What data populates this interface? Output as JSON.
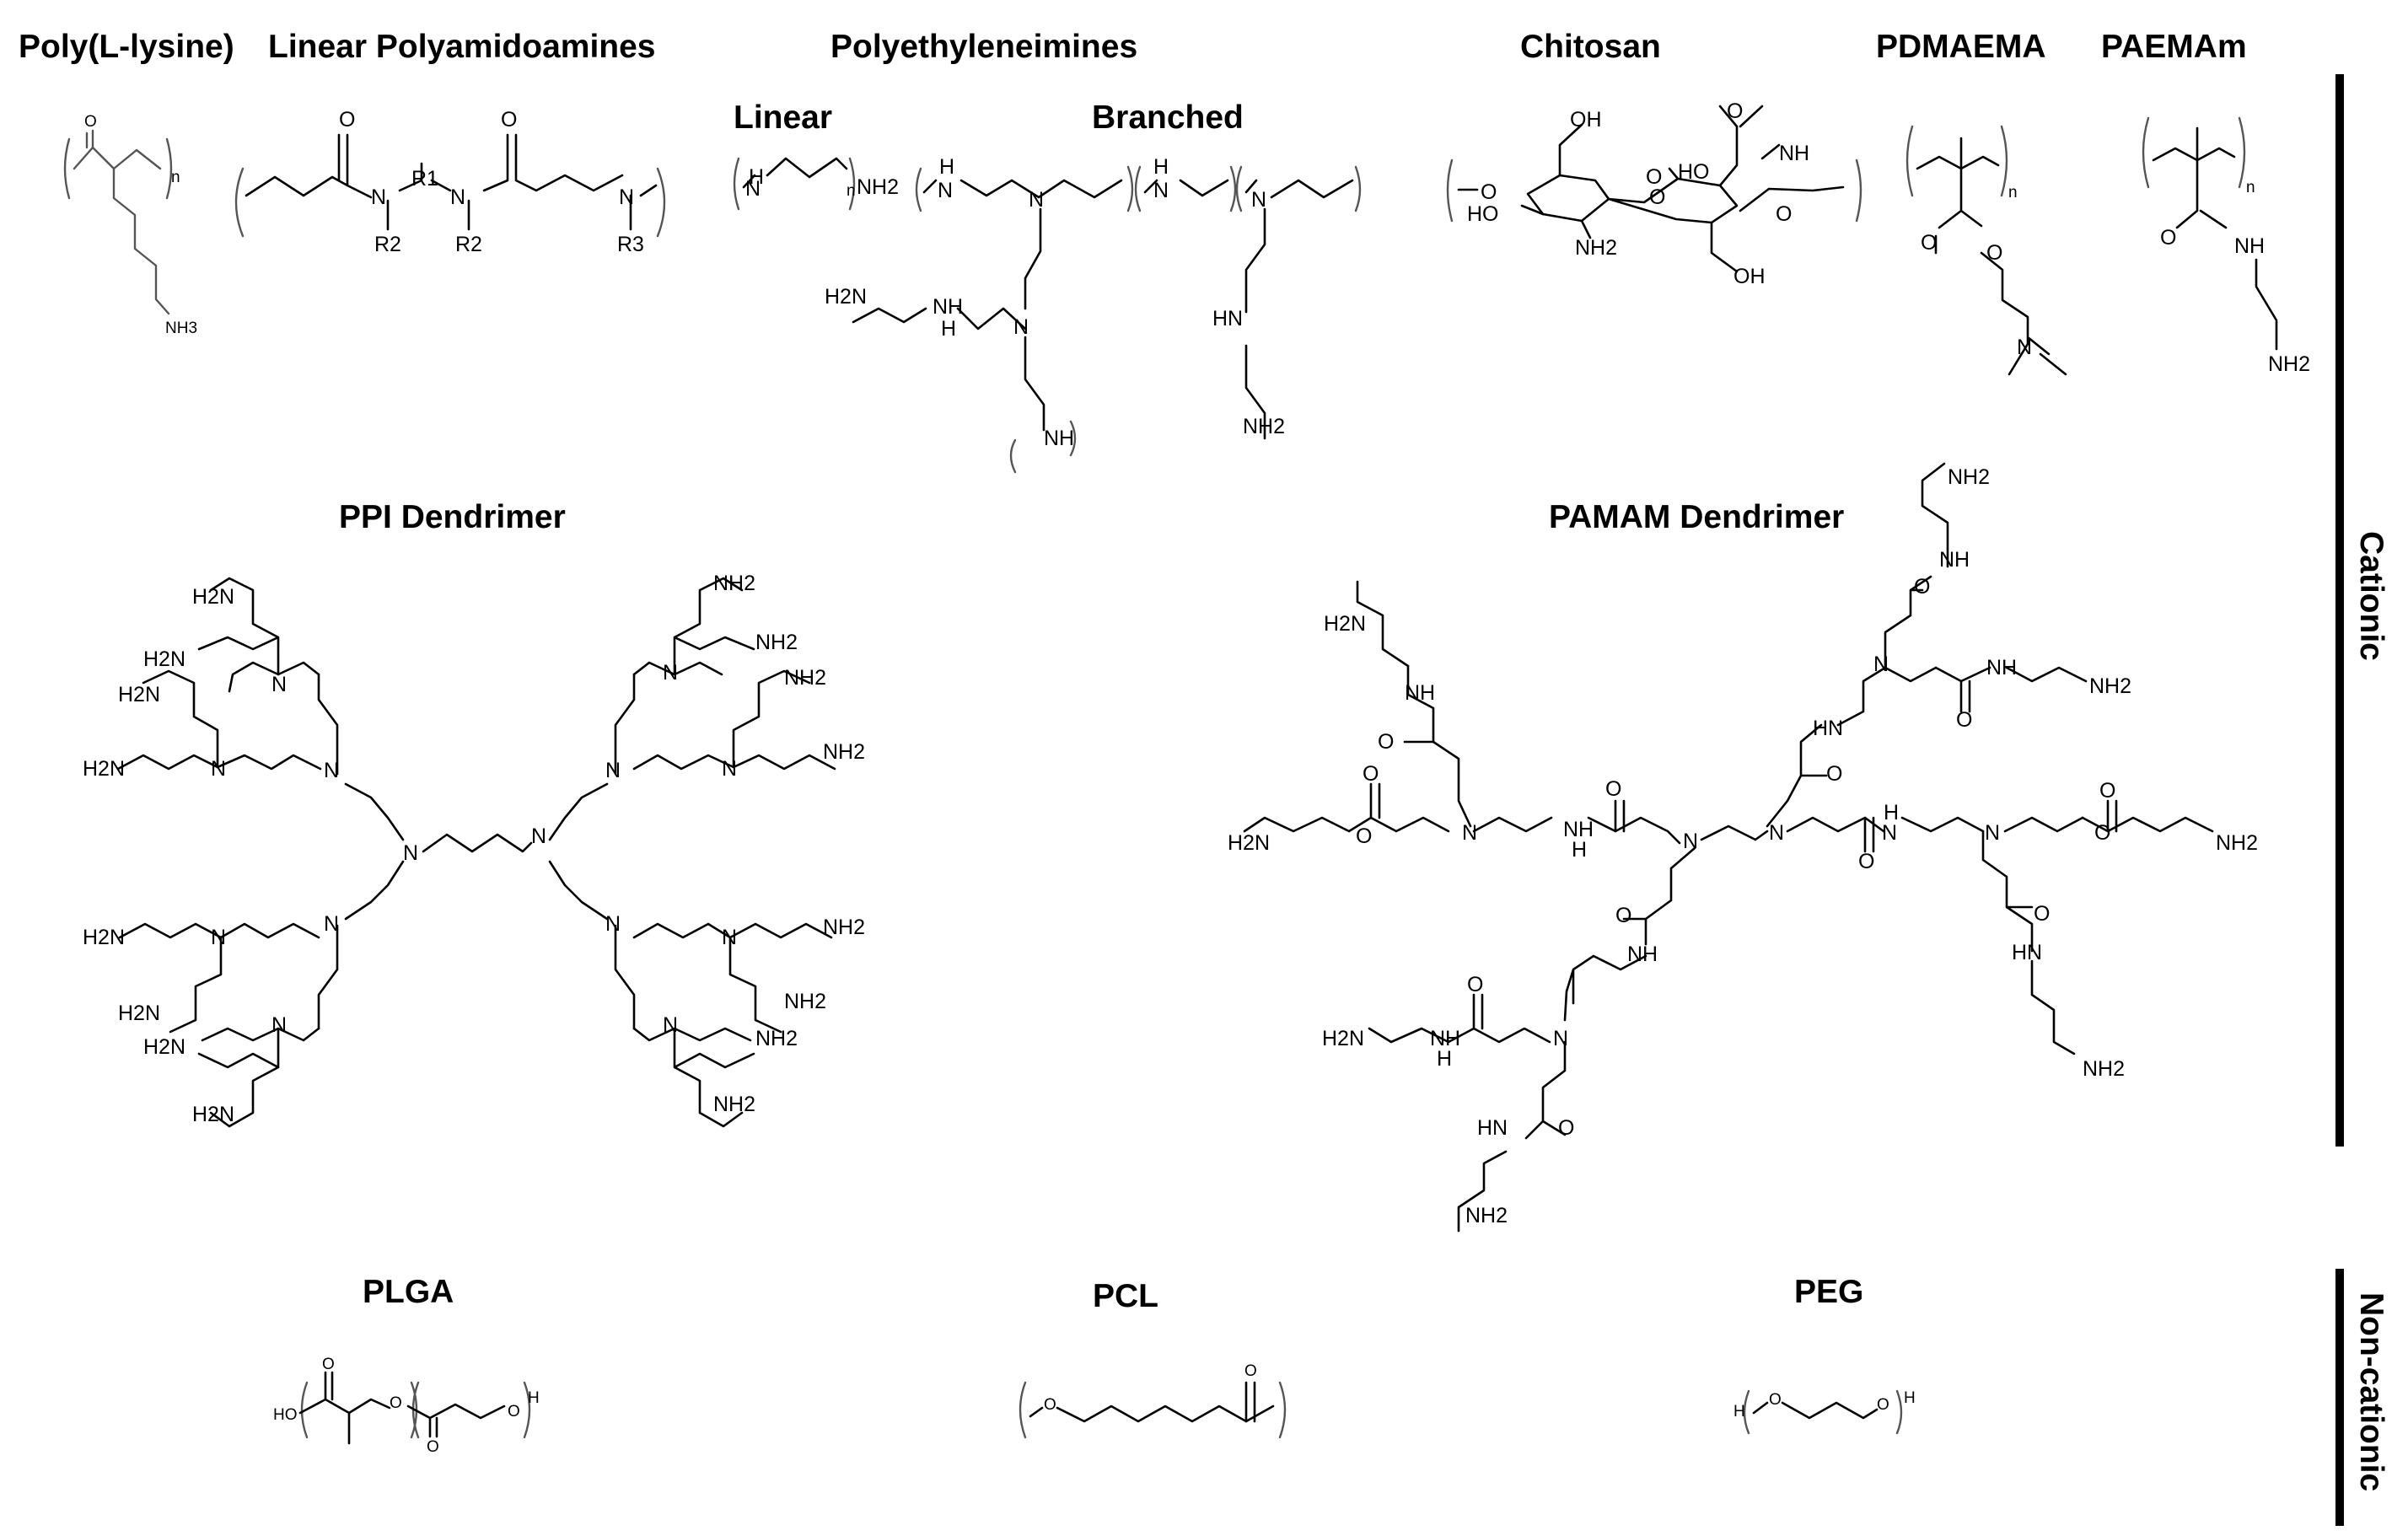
{
  "titles": {
    "poly_l_lysine": "Poly(L-lysine)",
    "linear_pam": "Linear Polyamidoamines",
    "pei": "Polyethyleneimines",
    "pei_linear": "Linear",
    "pei_branched": "Branched",
    "chitosan": "Chitosan",
    "pdmaema": "PDMAEMA",
    "paemam": "PAEMAm",
    "ppi": "PPI Dendrimer",
    "pamam": "PAMAM Dendrimer",
    "plga": "PLGA",
    "pcl": "PCL",
    "peg": "PEG"
  },
  "side_labels": {
    "cationic": "Cationic",
    "non_cationic": "Non-cationic"
  },
  "atoms": {
    "O": "O",
    "N": "N",
    "NH": "NH",
    "HN": "HN",
    "H": "H",
    "NH2": "NH2",
    "H2N": "H2N",
    "NH3": "NH3",
    "OH": "OH",
    "HO": "HO",
    "n": "n",
    "R1": "R1",
    "R2": "R2",
    "R3": "R3"
  }
}
